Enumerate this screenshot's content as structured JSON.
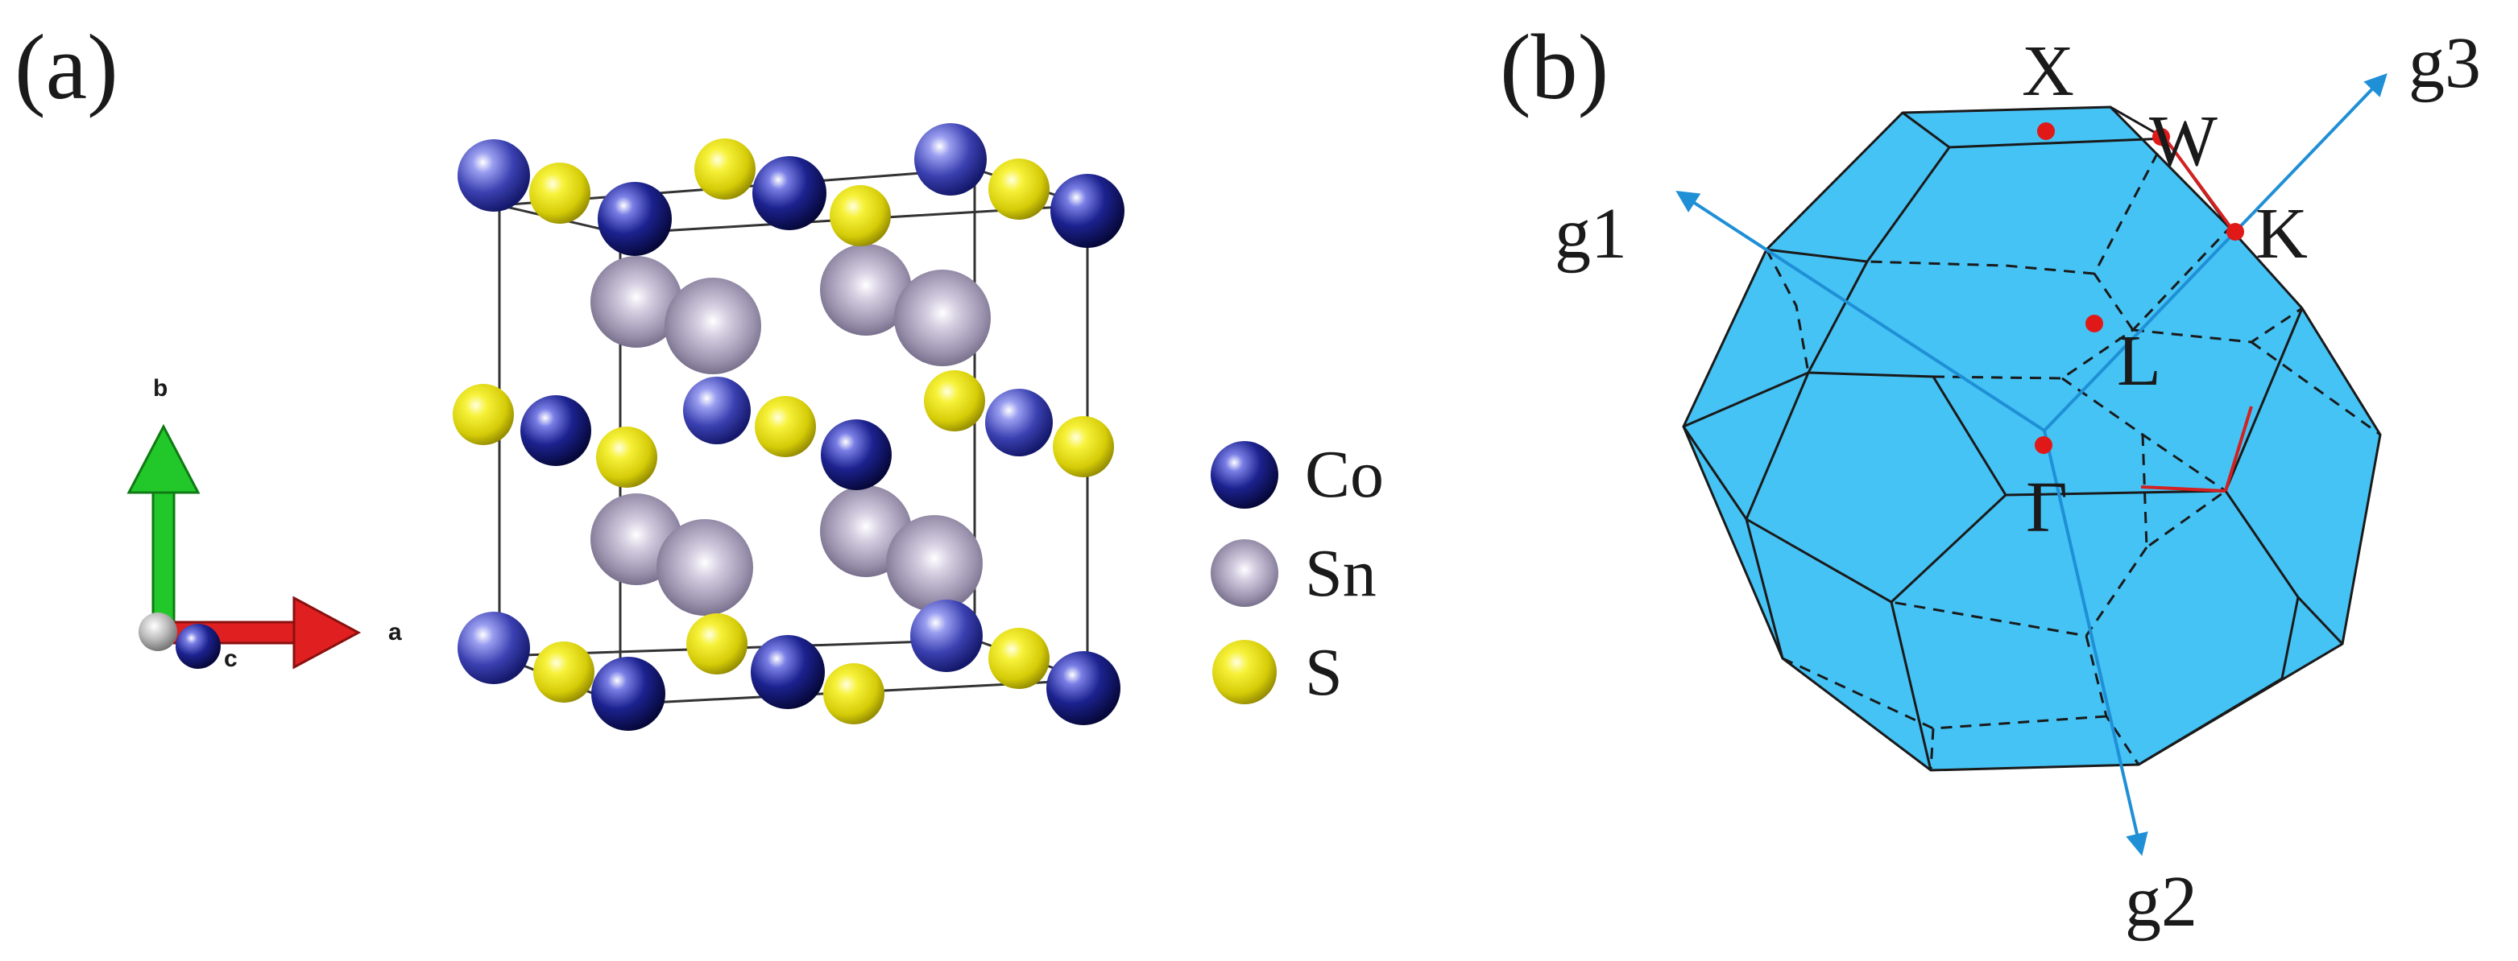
{
  "panels": {
    "a": {
      "label": "(a)",
      "axes": {
        "b": "b",
        "a": "a",
        "c": "c"
      },
      "legend": [
        {
          "name": "Co",
          "color": "#1a1f8c"
        },
        {
          "name": "Sn",
          "color": "#b8b0c8"
        },
        {
          "name": "S",
          "color": "#e6e21c"
        }
      ]
    },
    "b": {
      "label": "(b)",
      "points": {
        "X": "X",
        "W": "W",
        "K": "K",
        "L": "L",
        "Gamma": "Γ"
      },
      "vectors": {
        "g1": "g1",
        "g2": "g2",
        "g3": "g3"
      },
      "colors": {
        "zone_fill": "#45c3f5",
        "path": "#d42020",
        "vector": "#1f8fd6"
      }
    }
  }
}
